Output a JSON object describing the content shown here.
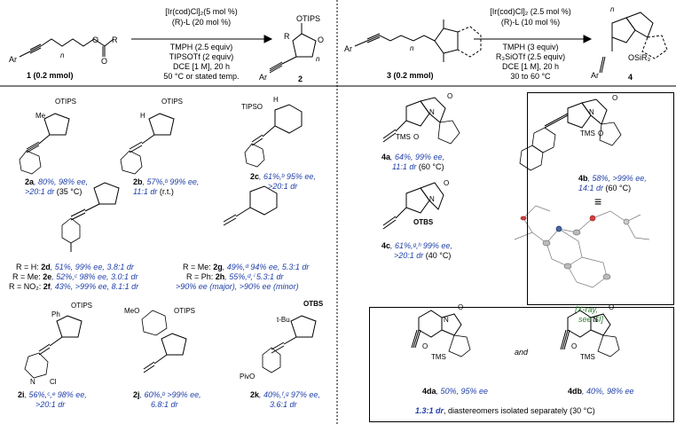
{
  "left_scheme": {
    "reagents": [
      "[Ir(cod)Cl]₂(5 mol %)",
      "(R)-L (20 mol %)",
      "TMPH (2.5 equiv)",
      "TIPSOTf (2 equiv)",
      "DCE [1 M], 20 h",
      "50 °C or stated temp."
    ],
    "sm_label": "1 (0.2 mmol)",
    "product_label": "2",
    "atom_labels": {
      "ar": "Ar",
      "n": "n",
      "r": "R",
      "o": "O",
      "otips": "OTIPS"
    }
  },
  "right_scheme": {
    "reagents": [
      "[Ir(cod)Cl]₂ (2.5 mol %)",
      "(R)-L (10 mol %)",
      "TMPH (3 equiv)",
      "R₃SiOTf (2.5 equiv)",
      "DCE [1 M], 20 h",
      "30 to 60 °C"
    ],
    "sm_label": "3 (0.2 mmol)",
    "product_label": "4",
    "atom_labels": {
      "ar": "Ar",
      "n": "n",
      "osir": "OSiR₃"
    }
  },
  "compounds": {
    "c2a": {
      "id": "2a",
      "text": ", 80%, 98% ee,",
      "text2": ">20:1 dr",
      "cond": " (35 °C)",
      "labels": [
        "Me",
        "OTIPS"
      ]
    },
    "c2b": {
      "id": "2b",
      "text": ", 57%,ᵇ 99% ee,",
      "text2": "11:1 dr",
      "cond": " (r.t.)",
      "labels": [
        "H",
        "OTIPS"
      ]
    },
    "c2c": {
      "id": "2c",
      "text": ", 61%,ᵇ 95% ee,",
      "text2": ">20:1 dr",
      "labels": [
        "TIPSO",
        "H"
      ]
    },
    "c2d": {
      "prefix": "R = H: ",
      "id": "2d",
      "text": ", 51%, 99% ee, 3.8:1 dr"
    },
    "c2e": {
      "prefix": "R = Me: ",
      "id": "2e",
      "text": ", 52%,ᶜ 98% ee, 3.0:1 dr"
    },
    "c2f": {
      "prefix": "R = NO₂: ",
      "id": "2f",
      "text": ", 43%, >99% ee, 8.1:1 dr"
    },
    "c2g": {
      "prefix": "R = Me: ",
      "id": "2g",
      "text": ", 49%,ᵈ 94% ee, 5.3:1 dr"
    },
    "c2h": {
      "prefix": "R = Ph: ",
      "id": "2h",
      "text": ", 55%,ᵈ,ⁱ 5.3:1 dr",
      "text2": ">90% ee (major), >90% ee (minor)"
    },
    "c2i": {
      "id": "2i",
      "text": ", 56%,ᶜ,ᵉ 98% ee,",
      "text2": ">20:1 dr",
      "labels": [
        "Ph",
        "OTIPS",
        "N",
        "Cl"
      ]
    },
    "c2j": {
      "id": "2j",
      "text": ", 60%,ᵇ >99% ee,",
      "text2": "6.8:1 dr",
      "labels": [
        "MeO",
        "OTIPS"
      ]
    },
    "c2k": {
      "id": "2k",
      "text": ", 40%,ᶠ,ᵍ 97% ee,",
      "text2": "3.6:1 dr",
      "labels": [
        "t-Bu",
        "OTBS",
        "PivO"
      ]
    },
    "c4a": {
      "id": "4a",
      "text": ", 64%, 99% ee,",
      "text2": "11:1 dr",
      "cond": " (60 °C)",
      "labels": [
        "TMS",
        "O",
        "N",
        "O"
      ]
    },
    "c4b": {
      "id": "4b",
      "text": ", 58%, >99% ee,",
      "text2": "14:1 dr",
      "cond": " (60 °C)",
      "labels": [
        "TMS",
        "O",
        "N",
        "O"
      ]
    },
    "c4c": {
      "id": "4c",
      "text": ", 61%,ᵍ,ʰ 99% ee,",
      "text2": ">20:1 dr",
      "cond": " (40 °C)",
      "labels": [
        "OTBS",
        "N",
        "O"
      ]
    },
    "c4da": {
      "id": "4da",
      "text": ", 50%, 95% ee",
      "labels": [
        "TMS",
        "O",
        "N",
        "O"
      ]
    },
    "c4db": {
      "id": "4db",
      "text": ", 40%, 98% ee",
      "labels": [
        "TMS",
        "O",
        "N",
        "O"
      ]
    },
    "and_word": "and",
    "xray": [
      "[X-ray,",
      "see SI]"
    ],
    "equiv_symbol": "≡",
    "dr_note_bold": "1.3:1 dr",
    "dr_note": ", diastereomers isolated separately (30 °C)"
  }
}
